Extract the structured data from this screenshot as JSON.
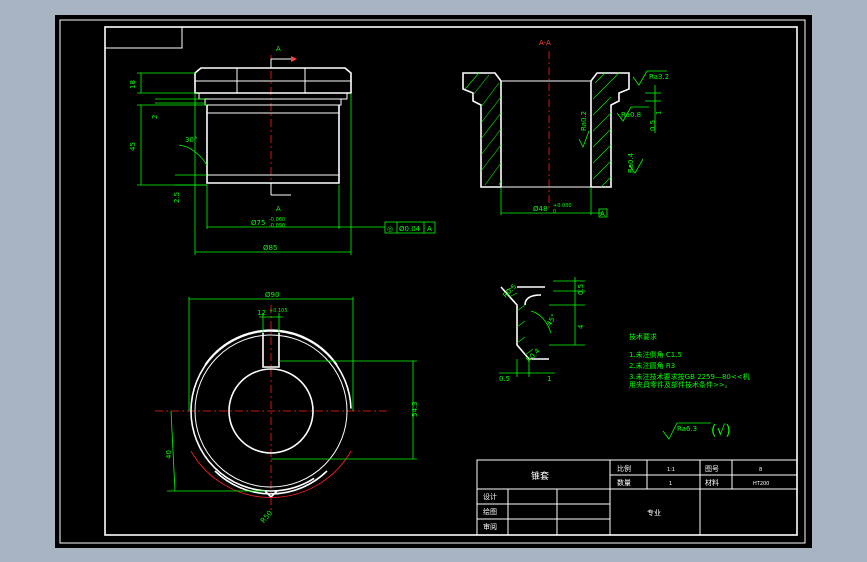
{
  "colors": {
    "background": "#a9b4c2",
    "viewport": "#000000",
    "outline": "#ffffff",
    "dimension": "#00ff00",
    "centerline": "#ff2020",
    "title_block": "#ffffff"
  },
  "front_view": {
    "section_mark": "A",
    "dim_height_top": "18",
    "dim_height_small": "2",
    "dim_height_main": "45",
    "dim_chamfer_angle": "30°",
    "dim_bottom": "2.5",
    "dim_inner_dia": "Ø75",
    "dim_inner_tol_upper": "-0.060",
    "dim_inner_tol_lower": "-0.090",
    "dim_outer_dia": "Ø85",
    "tolerance_frame_symbol": "◎",
    "tolerance_frame_value": "Ø0.04",
    "tolerance_frame_datum": "A"
  },
  "section_view": {
    "title": "A-A",
    "rough_top": "Ra3.2",
    "rough_mid": "Ra0.8",
    "rough_inner": "Ra0.2",
    "rough_bottom": "Ra0.4",
    "dim_small_1": "1",
    "dim_small_2": "0.5",
    "dim_bore": "Ø48",
    "dim_bore_tol": "+0.030",
    "dim_bore_tol_lower": "0",
    "datum": "A"
  },
  "detail_view": {
    "dim_r": "R0.5",
    "dim_angle": "45°",
    "dim_top": "0.5",
    "dim_side": "4",
    "dim_bottom_left": "0.5",
    "dim_bottom_right": "1",
    "dim_fillet": "R0.4"
  },
  "plan_view": {
    "dim_outer": "Ø90",
    "dim_key": "12",
    "dim_key_tol": "+0.105",
    "dim_height": "54.3",
    "dim_left": "40",
    "dim_arc": "R50"
  },
  "notes": {
    "heading": "技术要求",
    "items": [
      "1.未注倒角 C1.5",
      "2.未注圆角 R3",
      "3.未注技术要求按GB 2259—80<<机",
      "用夹具零件及部件技术条件>>。"
    ]
  },
  "general_roughness": {
    "value": "Ra6.3",
    "suffix": "(√)"
  },
  "title_block": {
    "part_name": "锥套",
    "scale_label": "比例",
    "scale_value": "1:1",
    "qty_label": "数量",
    "qty_value": "1",
    "drawing_no_label": "图号",
    "drawing_no_value": "8",
    "material_label": "材料",
    "material_value": "HT200",
    "row_design": "设计",
    "row_draw": "绘图",
    "row_review": "审阅",
    "school": "专业"
  }
}
